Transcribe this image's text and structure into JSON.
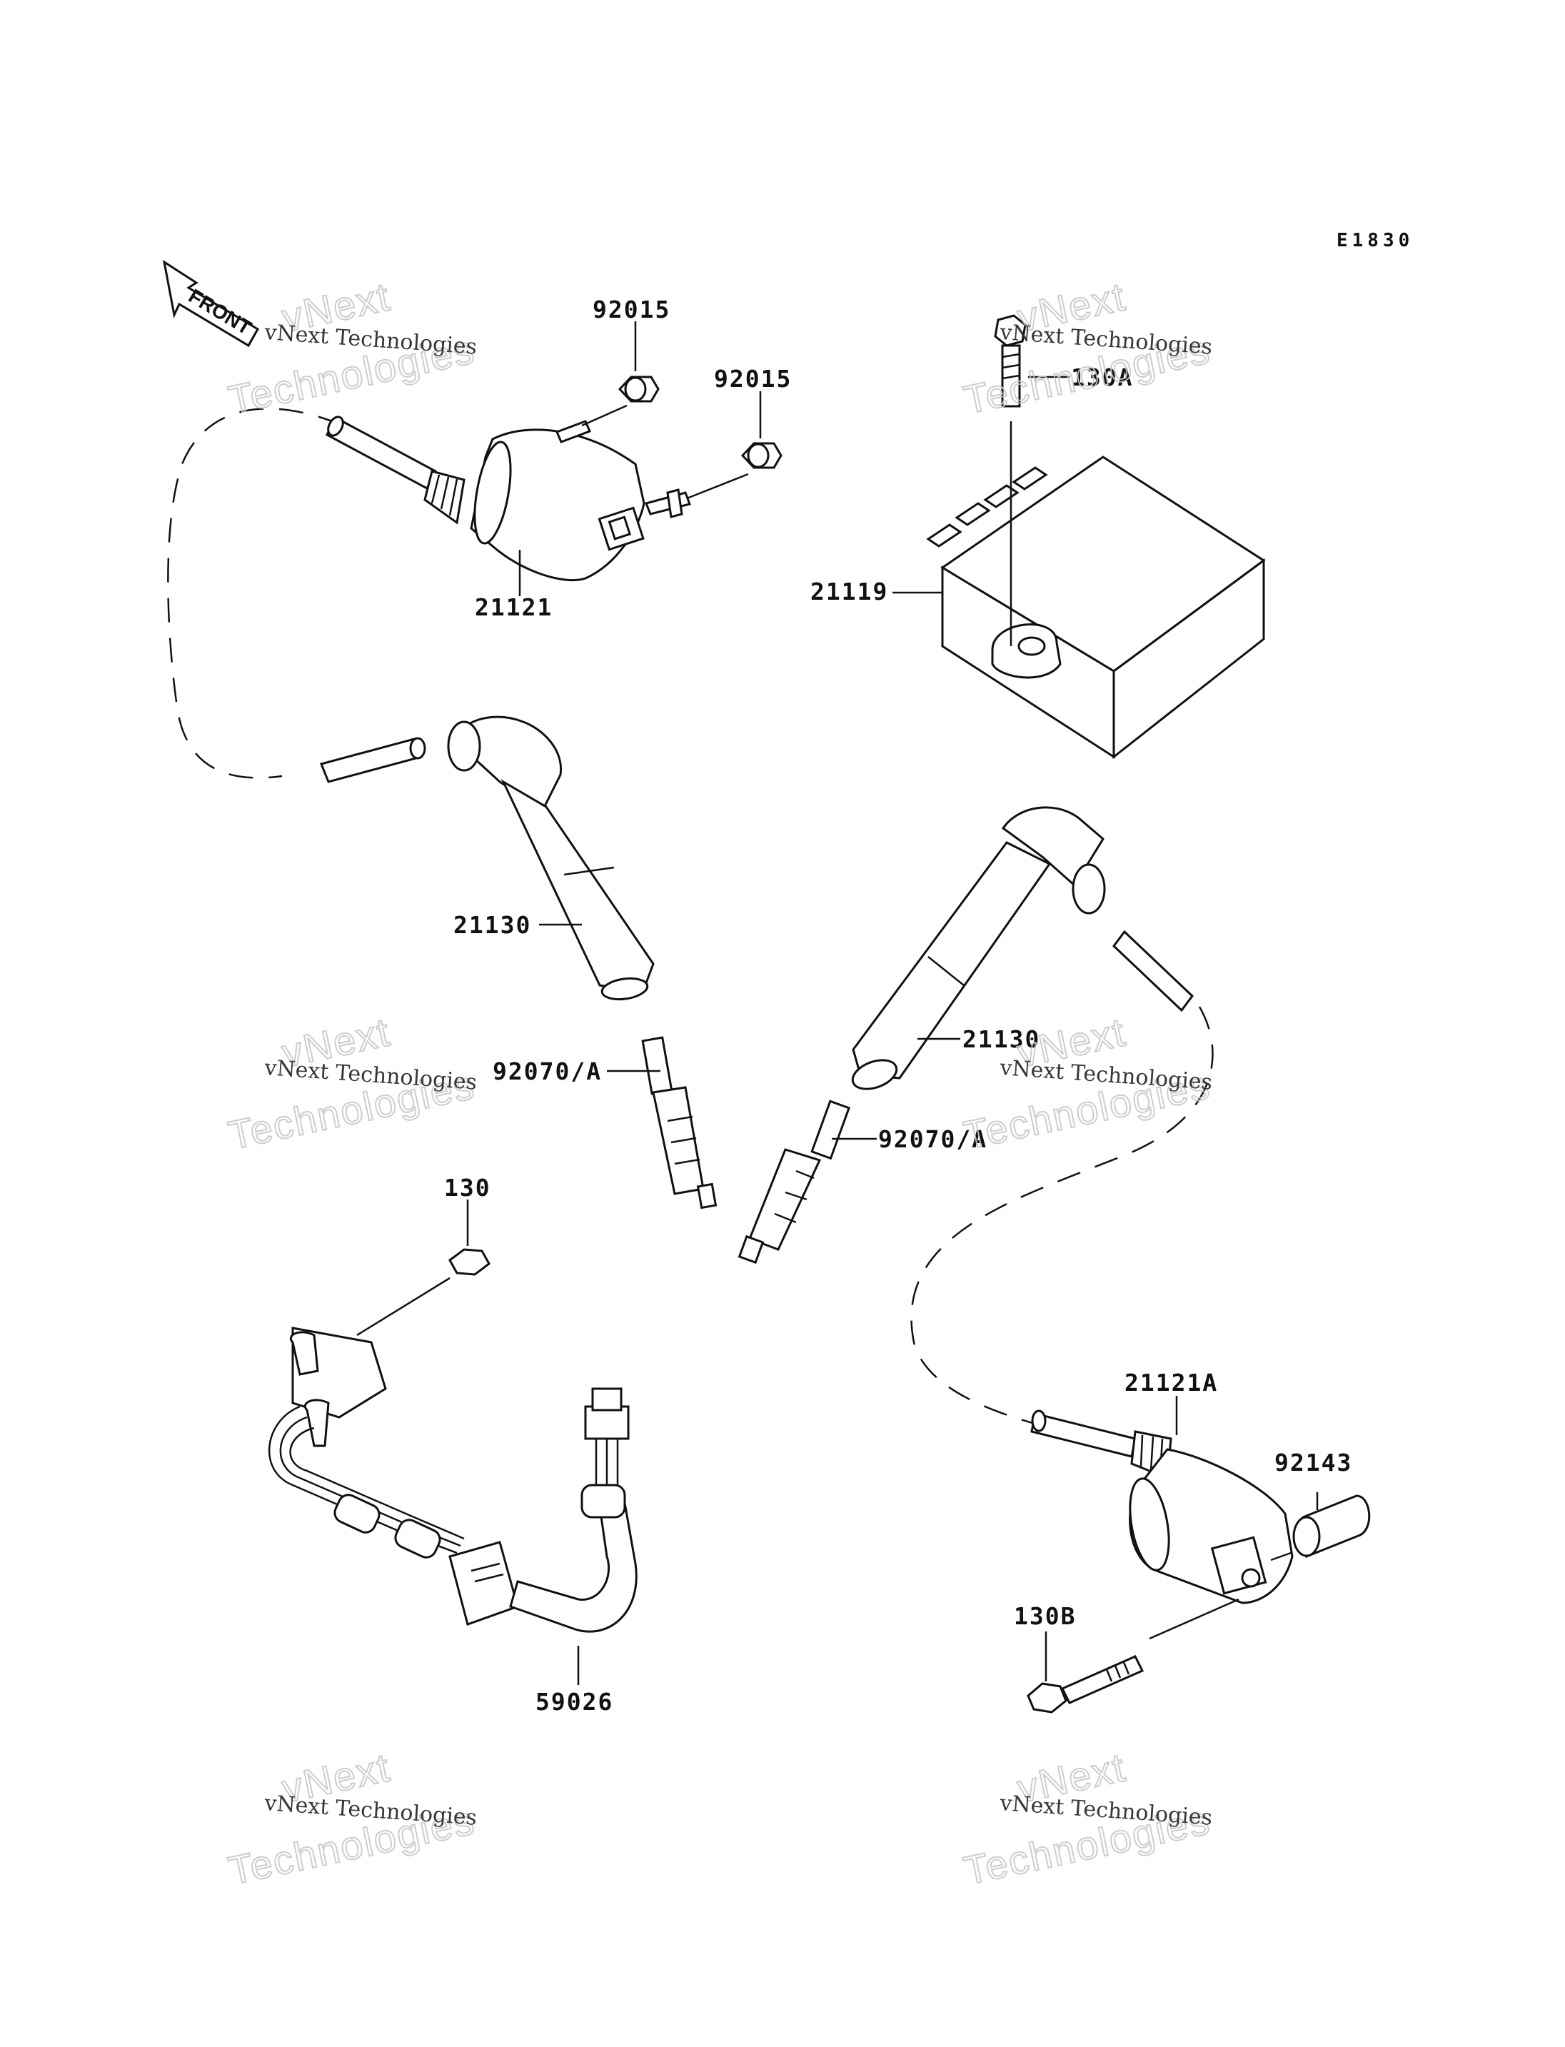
{
  "diagram_code": "E1830",
  "front_label": "FRONT",
  "watermark": {
    "line": "vNext Technologies",
    "ghost_top": "vNext",
    "ghost_bottom": "Technologies"
  },
  "parts": {
    "washer_upper_1": "92015",
    "washer_upper_2": "92015",
    "ignition_coil_front": "21121",
    "bolt_igniter": "130A",
    "igniter": "21119",
    "plug_cap_left": "21130",
    "plug_cap_right": "21130",
    "spark_plug_left": "92070/A",
    "spark_plug_right": "92070/A",
    "bolt_pickup": "130",
    "pickup_coil": "59026",
    "ignition_coil_rear": "21121A",
    "collar": "92143",
    "bolt_coil_rear": "130B"
  }
}
